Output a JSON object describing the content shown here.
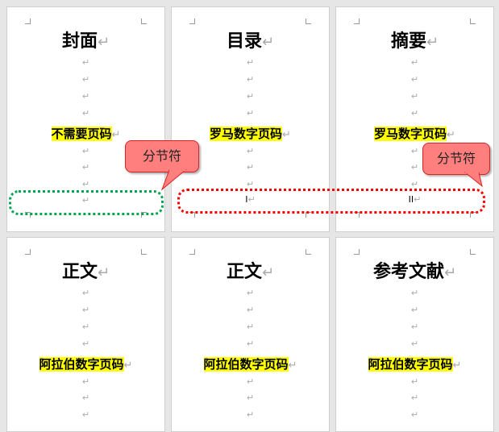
{
  "pages": [
    {
      "title": "封面",
      "label": "不需要页码"
    },
    {
      "title": "目录",
      "label": "罗马数字页码",
      "page_number": "I"
    },
    {
      "title": "摘要",
      "label": "罗马数字页码",
      "page_number": "II"
    },
    {
      "title": "正文",
      "label": "阿拉伯数字页码"
    },
    {
      "title": "正文",
      "label": "阿拉伯数字页码"
    },
    {
      "title": "参考文献",
      "label": "阿拉伯数字页码"
    }
  ],
  "callouts": [
    "分节符",
    "分节符"
  ],
  "symbols": {
    "paragraph_mark": "↵"
  },
  "colors": {
    "highlight": "#ffff00",
    "callout": "#ff7f7f",
    "green_oval": "#00a651",
    "red_oval": "#ff0000"
  }
}
